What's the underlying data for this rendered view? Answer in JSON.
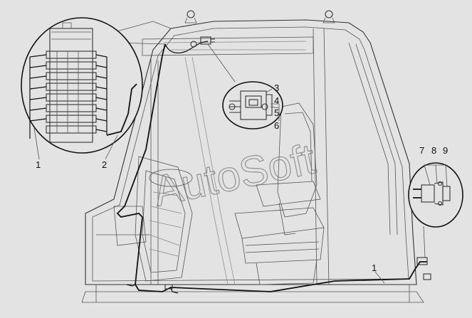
{
  "watermark": "AutoSoft",
  "callouts": {
    "c1": "1",
    "c2": "2",
    "c3": "3",
    "c4": "4",
    "c5": "5",
    "c6": "6",
    "c7": "7",
    "c8": "8",
    "c9": "9",
    "c1b": "1"
  },
  "colors": {
    "background": "#e3e3e3",
    "line": "#111111",
    "watermark": "#777777"
  }
}
